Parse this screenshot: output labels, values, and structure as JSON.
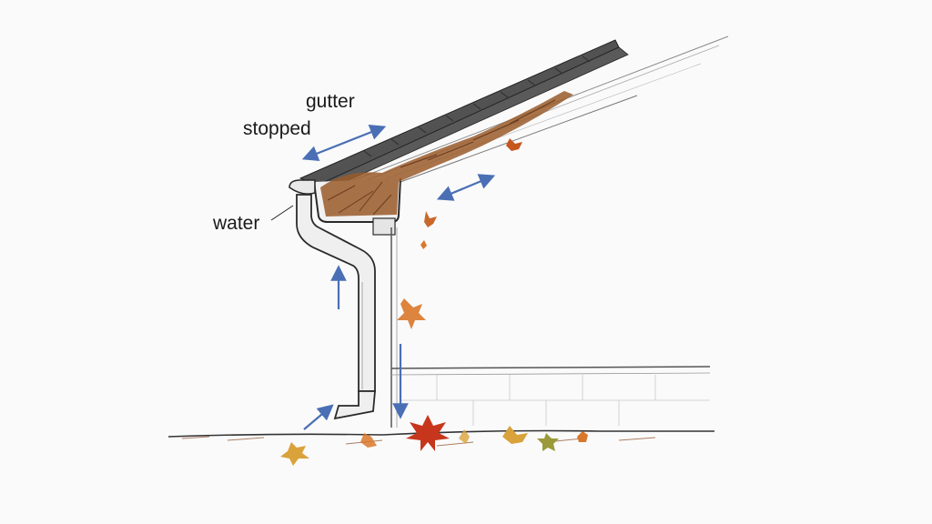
{
  "labels": {
    "gutter": "gutter",
    "stopped": "stopped",
    "water": "water"
  },
  "colors": {
    "background": "#fafafa",
    "ink": "#2b2b2b",
    "arrow": "#4a6fb5",
    "debris": "#8a4a22",
    "leaf_orange": "#d9772a",
    "leaf_red": "#c7361c",
    "leaf_yellow": "#d9a23a",
    "leaf_green": "#9a9a3a"
  }
}
